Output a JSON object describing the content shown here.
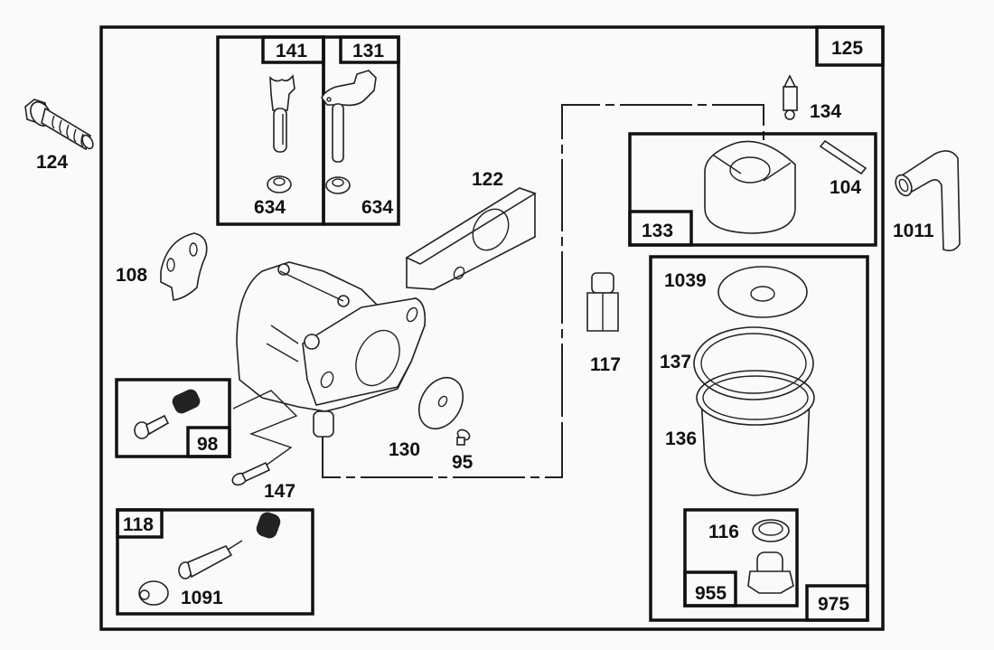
{
  "diagram": {
    "title": "Carburetor parts diagram",
    "kit_labels": {
      "main_frame": "125",
      "choke_shaft_kit": "141",
      "throttle_shaft_kit": "131",
      "float_kit": "133",
      "bowl_kit": "975",
      "drain_kit": "955",
      "idle_screw_kit": "98",
      "needle_kit": "118"
    },
    "part_labels": {
      "bolt": "124",
      "washer_a": "634",
      "washer_b": "634",
      "gasket_spacer": "122",
      "inlet_needle": "134",
      "float_pin": "104",
      "fuel_line": "1011",
      "choke_plate": "108",
      "fitting": "117",
      "bowl_gasket": "1039",
      "ring": "137",
      "bowl": "136",
      "drain_washer": "116",
      "throttle_plate": "130",
      "screw": "95",
      "idle_mixture_screw": "147",
      "needle_valve": "1091"
    }
  }
}
